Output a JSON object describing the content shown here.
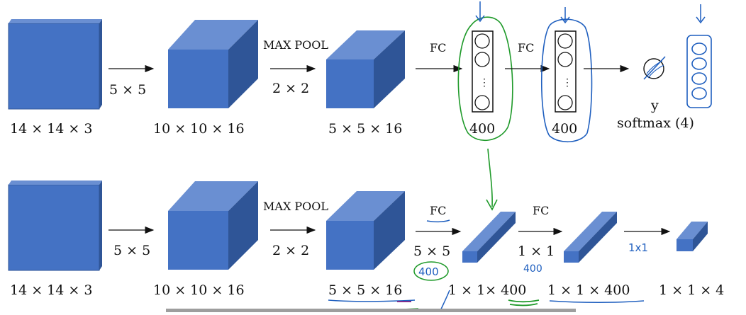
{
  "top_row": {
    "input_dims": "14 × 14 × 3",
    "conv_filter": "5 × 5",
    "conv_dims": "10 × 10 × 16",
    "pool_label": "MAX POOL",
    "pool_size": "2 × 2",
    "pool_dims": "5 × 5 × 16",
    "fc1_label": "FC",
    "fc1_units": "400",
    "fc2_label": "FC",
    "fc2_units": "400",
    "output_var": "y",
    "output_desc": "softmax (4)"
  },
  "bottom_row": {
    "input_dims": "14 × 14 × 3",
    "conv_filter": "5 × 5",
    "conv_dims": "10 × 10 × 16",
    "pool_label": "MAX POOL",
    "pool_size": "2 × 2",
    "pool_dims": "5 × 5 × 16",
    "fc1_label": "FC",
    "fc1_filter": "5 × 5",
    "fc1_annotation": "400",
    "fc1_dims": "1 × 1× 400",
    "fc2_label": "FC",
    "fc2_filter": "1 × 1",
    "fc2_annotation": "400",
    "fc2_dims": "1 × 1 × 400",
    "fc3_filter": "1x1",
    "fc3_dims": "1 × 1 × 4"
  },
  "colors": {
    "block_front": "#4472c4",
    "block_top": "#6a8fd2",
    "block_side": "#2f5597",
    "ink_green": "#1f9a2a",
    "ink_blue": "#1f5fbf",
    "ink_purple": "#7b2d8e"
  }
}
